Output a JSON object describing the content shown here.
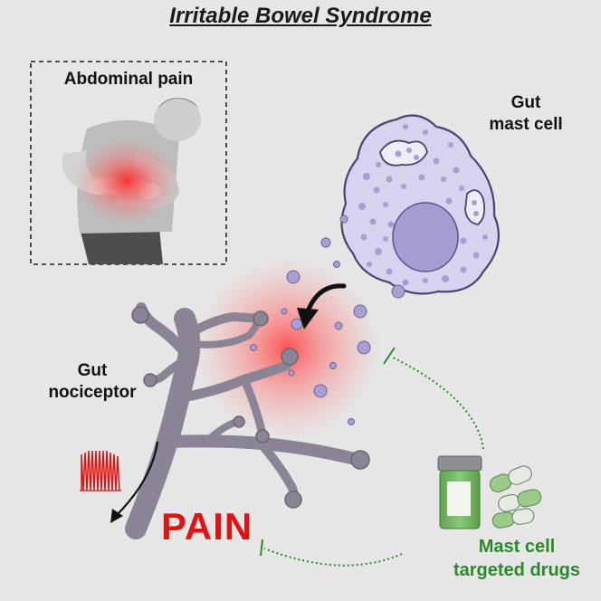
{
  "title": "Irritable Bowel Syndrome",
  "panels": {
    "pain_box": {
      "label": "Abdominal pain"
    },
    "mast_cell": {
      "line1": "Gut",
      "line2": "mast cell"
    },
    "nociceptor": {
      "line1": "Gut",
      "line2": "nociceptor"
    },
    "pain": {
      "label": "PAIN"
    },
    "drugs": {
      "line1": "Mast cell",
      "line2": "targeted drugs"
    }
  },
  "icons": [
    "person-abdominal-pain-icon",
    "mast-cell-icon",
    "nociceptor-neuron-icon",
    "action-potential-spikes-icon",
    "pill-bottle-icon",
    "capsule-icon"
  ],
  "colors": {
    "background": "#e6e6e6",
    "pain_red": "#e01414",
    "drug_green": "#2a8a2a",
    "mast_cell_lavender": "#cfc8e6",
    "granule_purple": "#a99ed0",
    "nerve_gray": "#8a8494"
  }
}
